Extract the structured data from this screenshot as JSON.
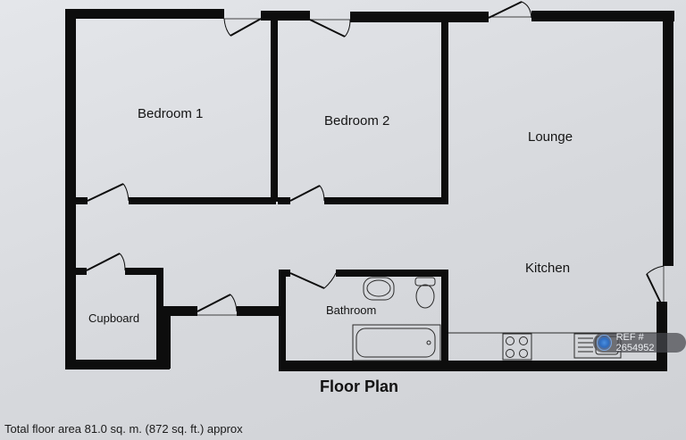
{
  "plan": {
    "title": "Floor Plan",
    "total_area": "Total floor area 81.0 sq. m. (872 sq. ft.) approx",
    "rooms": [
      {
        "name": "Bedroom 1"
      },
      {
        "name": "Bedroom 2"
      },
      {
        "name": "Lounge"
      },
      {
        "name": "Kitchen"
      },
      {
        "name": "Bathroom"
      },
      {
        "name": "Cupboard"
      }
    ]
  },
  "watermark": {
    "ref_label": "REF # 2654952",
    "icon": "home-icon"
  },
  "colors": {
    "wall": "#0d0d0d",
    "paper": "#d8dade",
    "fixture": "#2a2a2a"
  }
}
